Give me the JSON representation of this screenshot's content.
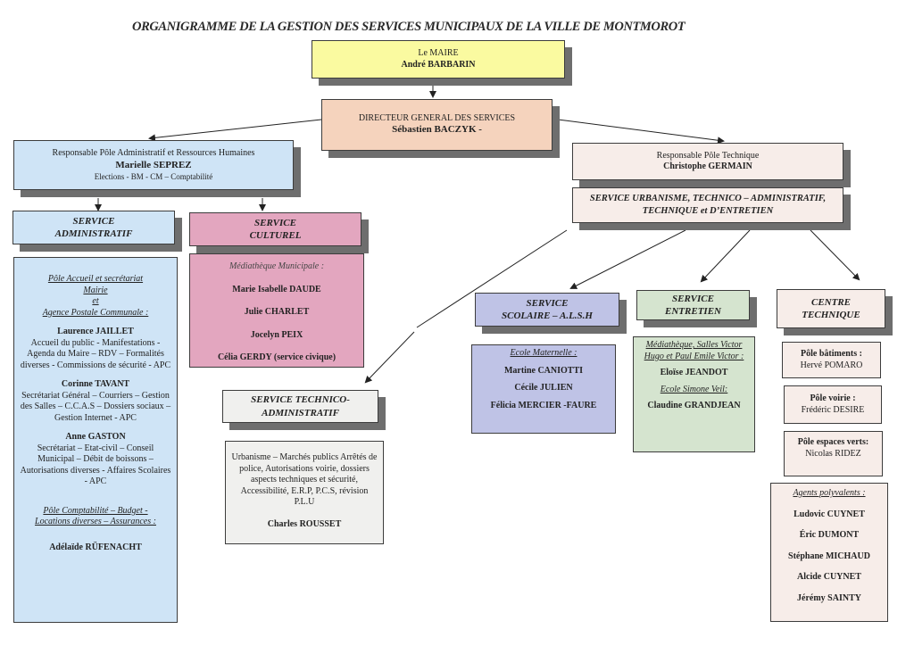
{
  "title": "ORGANIGRAMME DE LA GESTION DES SERVICES MUNICIPAUX  DE LA VILLE DE MONTMOROT",
  "maire": {
    "role": "Le MAIRE",
    "name": "André BARBARIN"
  },
  "dgs": {
    "role": "DIRECTEUR GENERAL DES SERVICES",
    "name": "Sébastien BACZYK  -"
  },
  "pole_admin": {
    "role": "Responsable Pôle Administratif  et Ressources Humaines",
    "name": "Marielle SEPREZ",
    "duties": "Elections  -  BM - CM – Comptabilité"
  },
  "service_admin": {
    "title_1": "SERVICE",
    "title_2": "ADMINISTRATIF",
    "pole_accueil": [
      "Pôle Accueil et secrétariat",
      "Mairie",
      "et",
      "Agence Postale Communale :"
    ],
    "staff": [
      {
        "name": "Laurence JAILLET",
        "duties": "Accueil du public - Manifestations - Agenda du Maire – RDV – Formalités diverses - Commissions de sécurité - APC"
      },
      {
        "name": "Corinne TAVANT",
        "duties": "Secrétariat Général – Courriers – Gestion des Salles – C.C.A.S – Dossiers sociaux – Gestion Internet - APC"
      },
      {
        "name": "Anne GASTON",
        "duties": "Secrétariat – Etat-civil – Conseil Municipal – Débit de boissons – Autorisations diverses - Affaires Scolaires - APC"
      }
    ],
    "pole_compta": [
      "Pôle Comptabilité – Budget  -",
      "Locations diverses – Assurances :"
    ],
    "compta_name": "Adélaïde RÜFENACHT"
  },
  "service_culturel": {
    "title_1": "SERVICE",
    "title_2": "CULTUREL",
    "subtitle": "Médiathèque Municipale :",
    "staff": [
      "Marie Isabelle DAUDE",
      "Julie CHARLET",
      "Jocelyn PEIX",
      "Célia GERDY (service civique)"
    ]
  },
  "service_technico_admin": {
    "title_1": "SERVICE TECHNICO-",
    "title_2": "ADMINISTRATIF",
    "duties": "Urbanisme – Marchés publics Arrêtés de police, Autorisations voirie, dossiers aspects techniques et sécurité, Accessibilité, E.R.P, P.C.S, révision P.L.U",
    "name": "Charles ROUSSET"
  },
  "pole_technique": {
    "role": "Responsable Pôle Technique",
    "name": "Christophe GERMAIN"
  },
  "service_urbanisme": {
    "line_1": "SERVICE URBANISME, TECHNICO – ADMINISTRATIF,",
    "line_2": "TECHNIQUE et D’ENTRETIEN"
  },
  "service_scolaire": {
    "title_1": "SERVICE",
    "title_2": "SCOLAIRE – A.L.S.H",
    "subtitle": "Ecole Maternelle :",
    "staff": [
      "Martine CANIOTTI",
      "Cécile JULIEN",
      "Félicia MERCIER -FAURE"
    ]
  },
  "service_entretien": {
    "title_1": "SERVICE",
    "title_2": "ENTRETIEN",
    "site_1": "Médiathèque, Salles Victor Hugo et Paul Emile Victor :",
    "name_1": "Eloïse JEANDOT",
    "site_2": "Ecole Simone Veil:",
    "name_2": "Claudine GRANDJEAN"
  },
  "centre_technique": {
    "title_1": "CENTRE",
    "title_2": "TECHNIQUE",
    "poles": [
      {
        "label": "Pôle bâtiments :",
        "name": "Hervé POMARO"
      },
      {
        "label": "Pôle voirie :",
        "name": "Frédéric DESIRE"
      },
      {
        "label": "Pôle espaces verts:",
        "name": "Nicolas RIDEZ"
      }
    ],
    "agents_label": "Agents polyvalents :",
    "agents": [
      "Ludovic CUYNET",
      "Éric DUMONT",
      "Stéphane MICHAUD",
      "Alcide CUYNET",
      "Jérémy SAINTY"
    ]
  },
  "colors": {
    "maire": "#fafaa0",
    "dgs": "#f5d3bd",
    "admin": "#cfe4f6",
    "culturel": "#e3a6bf",
    "technique": "#f7ede9",
    "scolaire": "#bfc3e6",
    "entretien": "#d5e4cf",
    "shadow": "#6e6e6e"
  }
}
